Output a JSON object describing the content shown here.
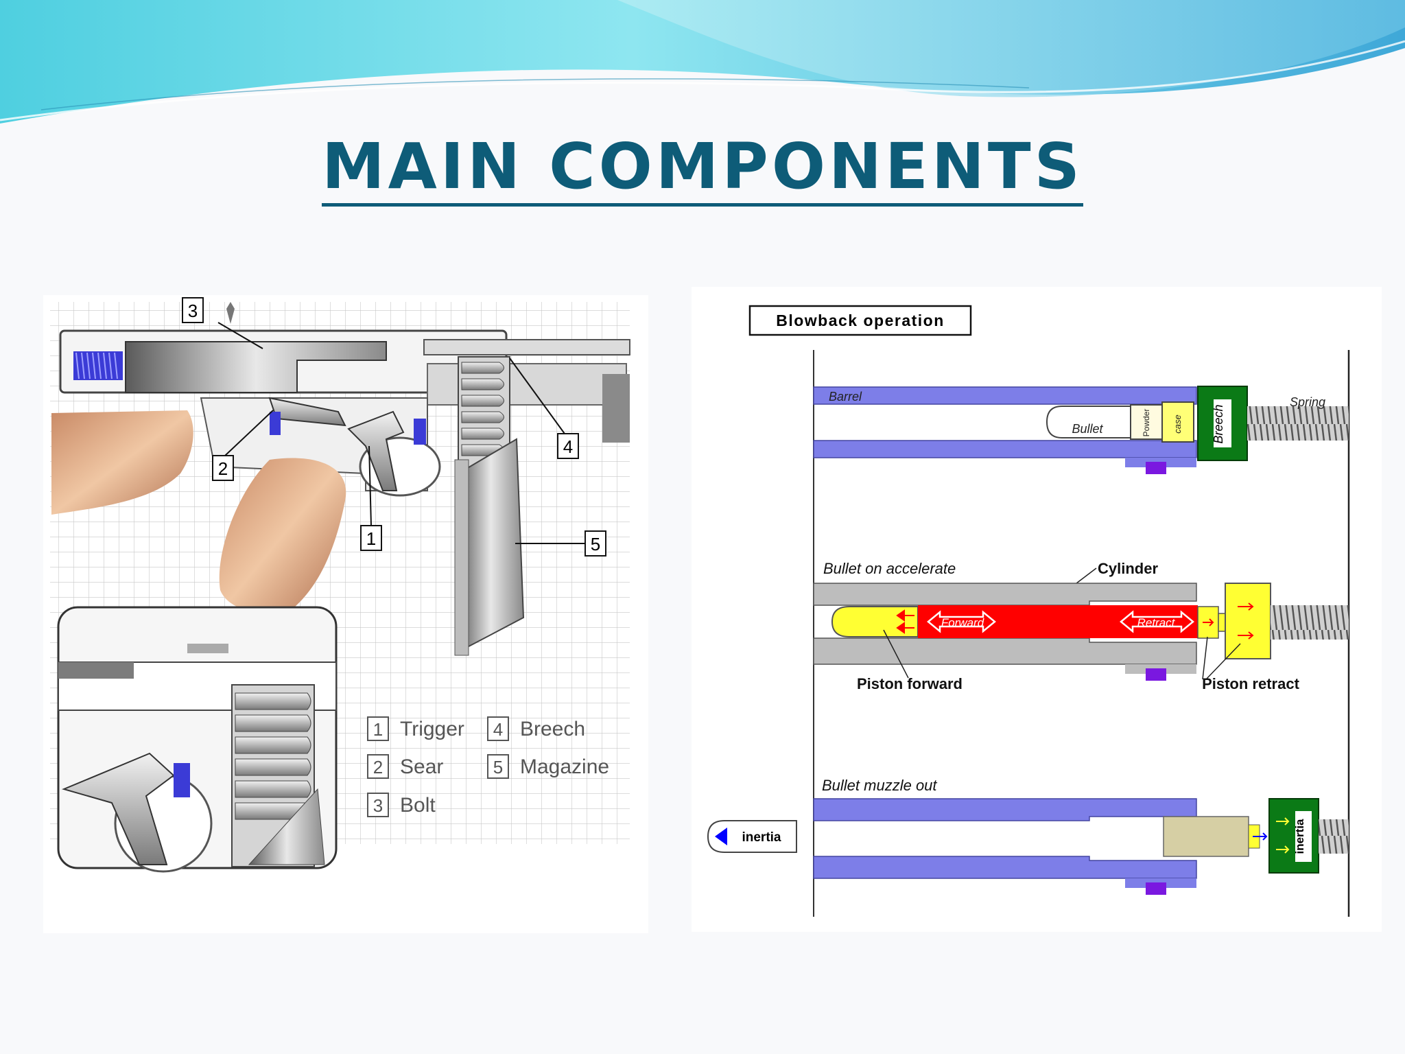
{
  "title": "MAIN COMPONENTS",
  "colors": {
    "title": "#0e5c78",
    "blue_part": "#7d7ee8",
    "breech_green": "#0b7a16",
    "piston_yellow": "#ffff33",
    "gas_red": "#ff0000",
    "wood": "#d9a07c"
  },
  "gun_diagram": {
    "callouts": [
      "1",
      "2",
      "3",
      "4",
      "5"
    ],
    "legend": [
      {
        "num": "1",
        "label": "Trigger"
      },
      {
        "num": "2",
        "label": "Sear"
      },
      {
        "num": "3",
        "label": "Bolt"
      },
      {
        "num": "4",
        "label": "Breech"
      },
      {
        "num": "5",
        "label": "Magazine"
      }
    ]
  },
  "blowback": {
    "heading": "Blowback operation",
    "stage1": {
      "barrel": "Barrel",
      "bullet": "Bullet",
      "powder": "Powder",
      "case": "case",
      "breech": "Breech",
      "spring": "Spring"
    },
    "stage2": {
      "caption": "Bullet on accelerate",
      "cylinder": "Cylinder",
      "forward": "Forward",
      "retract": "Retract",
      "piston_forward": "Piston forward",
      "piston_retract": "Piston retract"
    },
    "stage3": {
      "caption": "Bullet muzzle out",
      "inertia_left": "inertia",
      "inertia_right": "inertia"
    }
  }
}
